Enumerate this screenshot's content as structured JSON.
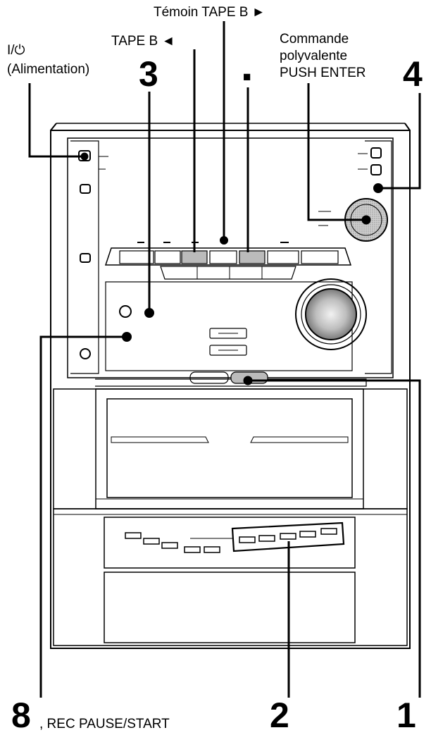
{
  "labels": {
    "temoin_tape_b": "Témoin TAPE B ►",
    "tape_b_rev": "TAPE B ◄",
    "power_symbol": "I/⏻",
    "power_text": "(Alimentation)",
    "num3": "3",
    "stop_symbol": "■",
    "commande_1": "Commande",
    "commande_2": "polyvalente",
    "commande_3": "PUSH ENTER",
    "num4": "4",
    "num8": "8",
    "rec_pause": ", REC PAUSE/START",
    "num2": "2",
    "num1": "1"
  }
}
